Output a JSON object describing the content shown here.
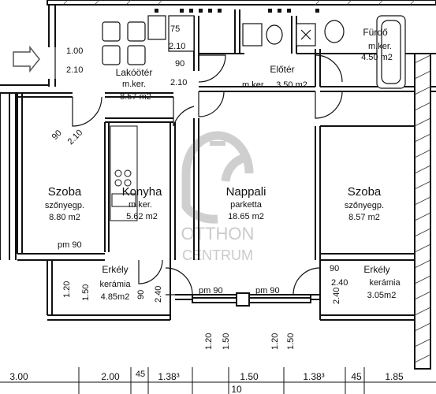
{
  "rooms": [
    {
      "name": "Lakóötér",
      "floor": "m.ker.",
      "area": "8.57 m2"
    },
    {
      "name": "Előtér",
      "floor": "m.ker.",
      "area": "3.50 m2"
    },
    {
      "name": "Fürdő",
      "floor": "m.ker.",
      "area": "4.50 m2"
    },
    {
      "name": "Szoba",
      "floor": "szőnyegp.",
      "area": "8.80 m2"
    },
    {
      "name": "Konyha",
      "floor": "m.ker.",
      "area": "5.62 m2"
    },
    {
      "name": "Nappali",
      "floor": "parketta",
      "area": "18.65 m2"
    },
    {
      "name": "Szoba",
      "floor": "szőnyegp.",
      "area": "8.57 m2"
    },
    {
      "name": "Erkély",
      "floor": "kerámia",
      "area": "4.85m2"
    },
    {
      "name": "Erkély",
      "floor": "kerámia",
      "area": "3.05m2"
    }
  ],
  "door_marks": {
    "entry_w": "1.00",
    "entry_h": "2.10",
    "d75": "75",
    "d210": "2.10",
    "d90": "90",
    "d90b": "90",
    "d210b": "2.10",
    "d210c": "2.10"
  },
  "window_marks": {
    "pm90a": "pm 90",
    "pm90b": "pm 90",
    "pm90c": "pm 90",
    "w120a": "1.20",
    "w150a": "1.50",
    "w90a": "90",
    "w240a": "2.40",
    "w120b": "1.20",
    "w150b": "1.50",
    "w120c": "1.20",
    "w150c": "1.50",
    "w90b": "90",
    "w240b": "2.40",
    "w240c": "2.40"
  },
  "dimensions": [
    "3.00",
    "2.00",
    "45",
    "1.38³",
    "1.50",
    "1.38³",
    "45",
    "1.85"
  ],
  "dimension_total": "10",
  "watermark": {
    "line1": "OTTHON",
    "line2": "CENTRUM"
  }
}
